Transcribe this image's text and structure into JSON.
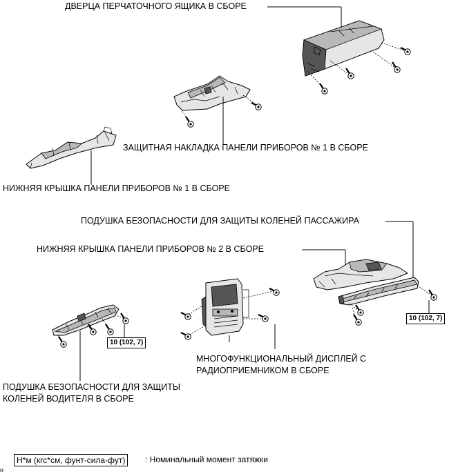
{
  "labels": {
    "glove_box_door": "ДВЕРЦА ПЕРЧАТОЧНОГО ЯЩИКА В СБОРЕ",
    "instrument_panel_guard_1": "ЗАЩИТНАЯ НАКЛАДКА ПАНЕЛИ ПРИБОРОВ № 1 В СБОРЕ",
    "lower_cover_1": "НИЖНЯЯ КРЫШКА ПАНЕЛИ ПРИБОРОВ № 1 В СБОРЕ",
    "passenger_knee_airbag": "ПОДУШКА БЕЗОПАСНОСТИ ДЛЯ ЗАЩИТЫ КОЛЕНЕЙ ПАССАЖИРА",
    "lower_cover_2": "НИЖНЯЯ КРЫШКА ПАНЕЛИ ПРИБОРОВ № 2 В СБОРЕ",
    "multi_display_line1": "МНОГОФУНКЦИОНАЛЬНЫЙ ДИСПЛЕЙ С",
    "multi_display_line2": "РАДИОПРИЕМНИКОМ В СБОРЕ",
    "driver_knee_airbag_line1": "ПОДУШКА БЕЗОПАСНОСТИ ДЛЯ ЗАЩИТЫ",
    "driver_knee_airbag_line2": "КОЛЕНЕЙ ВОДИТЕЛЯ В СБОРЕ"
  },
  "torque": {
    "right": "10 (102, 7)",
    "left": "10 (102, 7)"
  },
  "legend": {
    "unit": "Н*м (кгс*см, фунт-сила-фут)",
    "description": ": Номинальный момент затяжки"
  },
  "figure_code": "н"
}
